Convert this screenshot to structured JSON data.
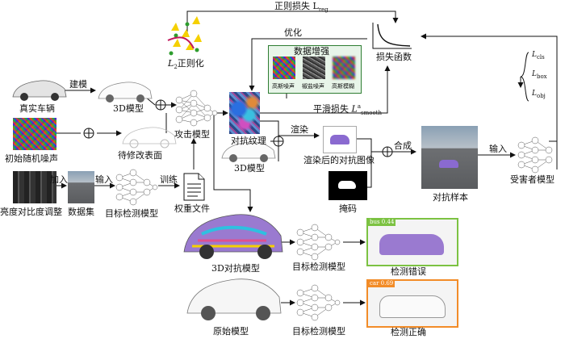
{
  "labels": {
    "reg_loss": "正则损失 L",
    "reg_loss_sub": "reg",
    "l2_norm_prefix": "L",
    "l2_norm_sub": "2",
    "l2_norm_suffix": "正则化",
    "optimize": "优化",
    "loss_function": "损失函数",
    "data_augmentation": "数据增强",
    "gaussian_noise": "高斯噪声",
    "salt_pepper_noise": "椒盐噪声",
    "gaussian_blur": "高斯模糊",
    "smooth_loss": "平滑损失",
    "smooth_loss_symbol": "L",
    "smooth_loss_sup": "a",
    "smooth_loss_sub": "smooth",
    "build_model": "建模",
    "real_vehicle": "真实车辆",
    "model_3d": "3D模型",
    "attack_model": "攻击模型",
    "adversarial_texture": "对抗纹理",
    "render": "渲染",
    "rendered_adversarial_image": "渲染后的对抗图像",
    "composite": "合成",
    "input_victim": "输入",
    "victim_model": "受害者模型",
    "adversarial_sample": "对抗样本",
    "initial_noise": "初始随机噪声",
    "surface_to_modify": "待修改表面",
    "model_3d_b": "3D模型",
    "mask": "掩码",
    "add": "加入",
    "input_det": "输入",
    "train": "训练",
    "brightness_contrast": "亮度对比度调整",
    "dataset": "数据集",
    "detection_model_a": "目标检测模型",
    "weight_file": "权重文件",
    "adv_model_3d": "3D对抗模型",
    "detection_model_b": "目标检测模型",
    "detect_wrong": "检测错误",
    "original_model": "原始模型",
    "detection_model_c": "目标检测模型",
    "detect_correct": "检测正确",
    "loss_cls": "L",
    "loss_cls_sub": "cls",
    "loss_box": "L",
    "loss_box_sub": "box",
    "loss_obj": "L",
    "loss_obj_sub": "obj",
    "det_wrong_tag": "bus 0.44",
    "det_correct_tag": "car 0.69"
  },
  "colors": {
    "aug_border": "#2e7d32",
    "aug_fill": "#e8f5e9",
    "wrong_frame": "#7cc242",
    "correct_frame": "#f28c28"
  }
}
